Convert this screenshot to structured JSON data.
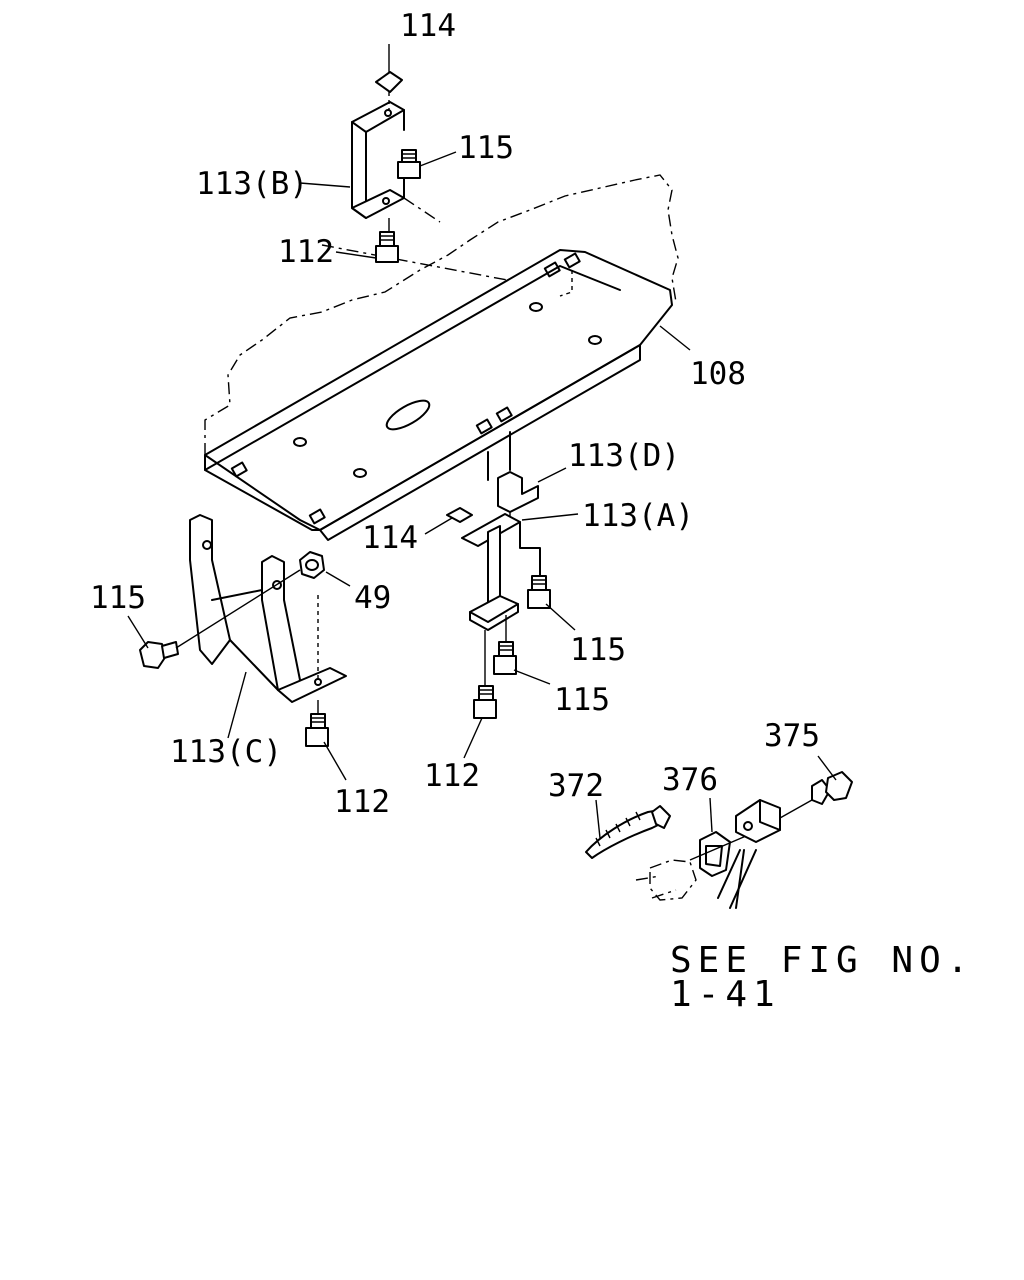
{
  "diagram": {
    "parts": {
      "p114_top": "114",
      "p115_top": "115",
      "p113B": "113(B)",
      "p112_top": "112",
      "p108": "108",
      "p113D": "113(D)",
      "p113A": "113(A)",
      "p114_mid": "114",
      "p115_left": "115",
      "p49": "49",
      "p115_r1": "115",
      "p115_r2": "115",
      "p113C": "113(C)",
      "p112_bl": "112",
      "p112_bc": "112",
      "p375": "375",
      "p372": "372",
      "p376": "376"
    },
    "see_fig": {
      "line1": "SEE FIG NO.",
      "line2": "1-41"
    }
  }
}
